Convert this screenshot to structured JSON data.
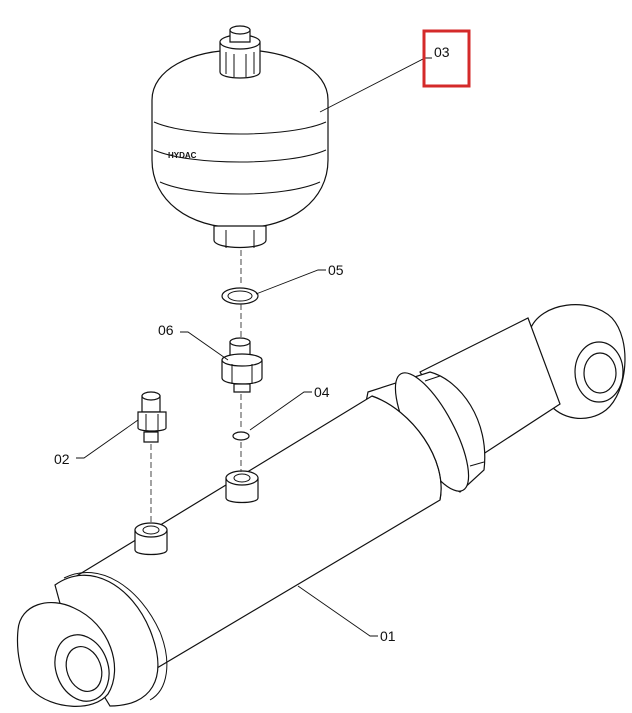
{
  "parts": [
    {
      "id": "part-01",
      "label": "01",
      "description_visible": "cylinder"
    },
    {
      "id": "part-02",
      "label": "02",
      "description_visible": "fitting"
    },
    {
      "id": "part-03",
      "label": "03",
      "description_visible": "accumulator"
    },
    {
      "id": "part-04",
      "label": "04",
      "description_visible": "o-ring"
    },
    {
      "id": "part-05",
      "label": "05",
      "description_visible": "seal-ring"
    },
    {
      "id": "part-06",
      "label": "06",
      "description_visible": "adapter"
    }
  ],
  "labels": {
    "l01": "01",
    "l02": "02",
    "l03": "03",
    "l04": "04",
    "l05": "05",
    "l06": "06",
    "brand": "HYDAC"
  },
  "highlight": {
    "target": "03",
    "color": "#d42a2a"
  }
}
